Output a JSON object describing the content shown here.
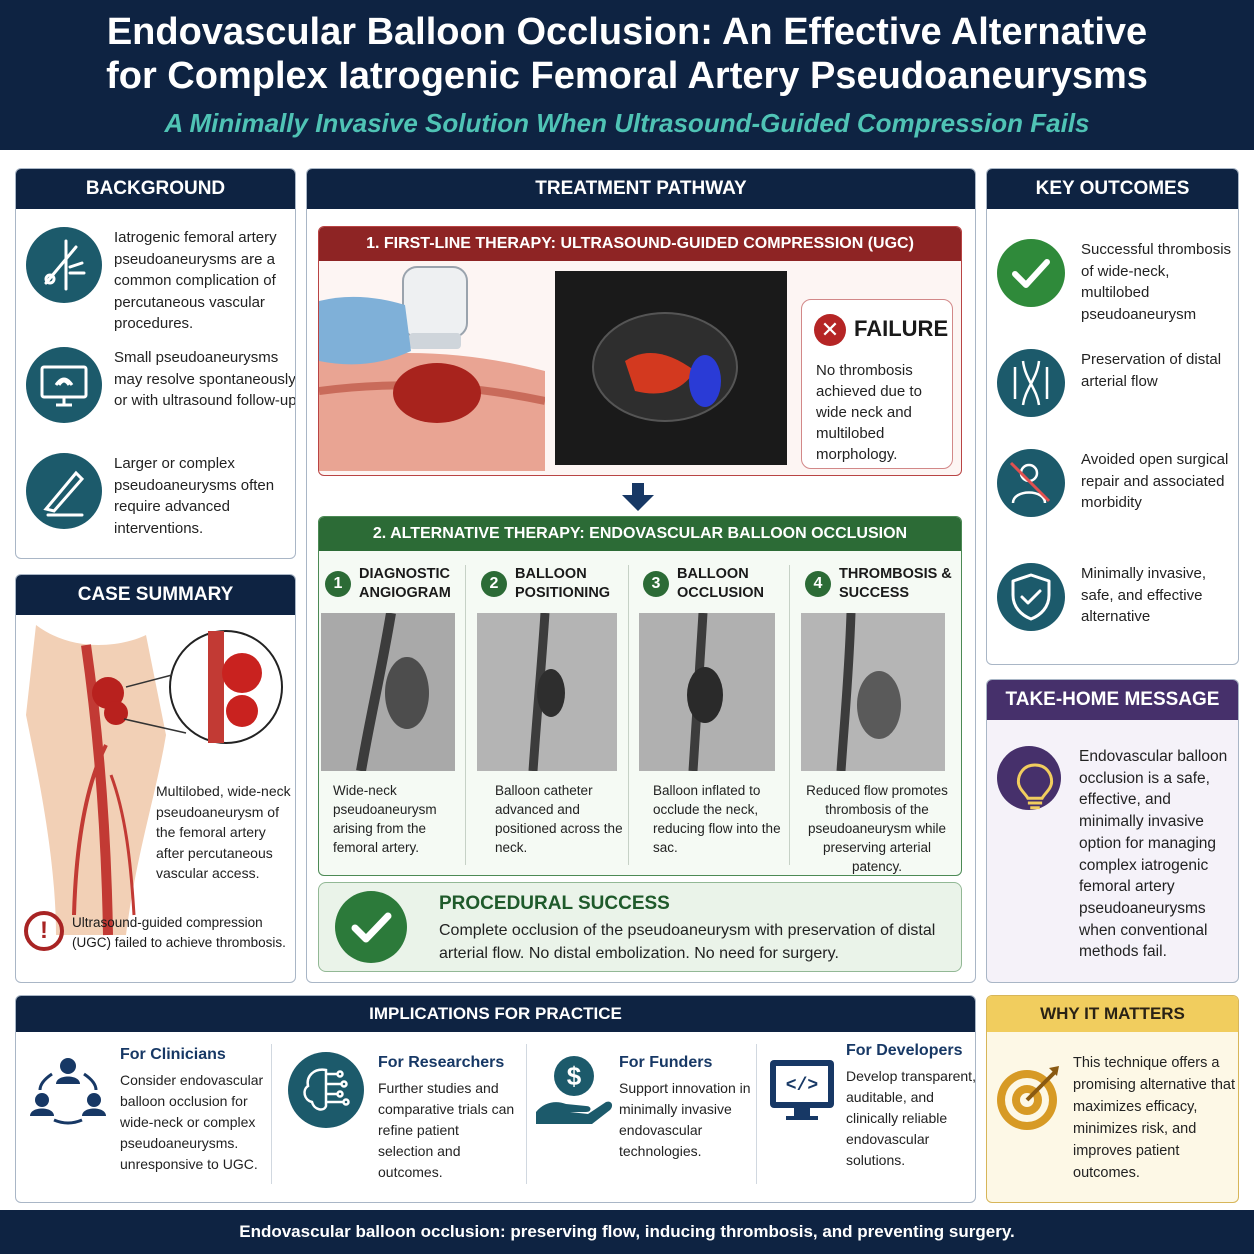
{
  "header": {
    "title_line1": "Endovascular Balloon Occlusion: An Effective Alternative",
    "title_line2": "for Complex Iatrogenic Femoral Artery Pseudoaneurysms",
    "subtitle": "A Minimally Invasive Solution When Ultrasound-Guided Compression Fails"
  },
  "background": {
    "heading": "BACKGROUND",
    "items": [
      {
        "icon": "vascular-instrument-icon",
        "text": "Iatrogenic femoral artery pseudoaneurysms are a common complication of percutaneous vascular procedures."
      },
      {
        "icon": "ultrasound-monitor-icon",
        "text": "Small pseudoaneurysms may resolve spontaneously or with ultrasound follow-up."
      },
      {
        "icon": "scalpel-icon",
        "text": "Larger or complex pseudoaneurysms often require advanced interventions."
      }
    ]
  },
  "case_summary": {
    "heading": "CASE SUMMARY",
    "description": "Multilobed, wide-neck pseudoaneurysm of the femoral artery after percutaneous vascular access.",
    "alert": "Ultrasound-guided compression (UGC) failed to achieve thrombosis."
  },
  "treatment": {
    "heading": "TREATMENT PATHWAY",
    "first_line": {
      "heading": "1. FIRST-LINE THERAPY: ULTRASOUND-GUIDED COMPRESSION (UGC)",
      "failure_title": "FAILURE",
      "failure_text": "No thrombosis achieved due to wide neck and multilobed morphology."
    },
    "alternative": {
      "heading": "2. ALTERNATIVE THERAPY: ENDOVASCULAR BALLOON OCCLUSION",
      "steps": [
        {
          "num": "1",
          "title": "DIAGNOSTIC ANGIOGRAM",
          "text": "Wide-neck pseudoaneurysm arising from the femoral artery."
        },
        {
          "num": "2",
          "title": "BALLOON POSITIONING",
          "text": "Balloon catheter advanced and positioned across the neck."
        },
        {
          "num": "3",
          "title": "BALLOON OCCLUSION",
          "text": "Balloon inflated to occlude the neck, reducing flow into the sac."
        },
        {
          "num": "4",
          "title": "THROMBOSIS & SUCCESS",
          "text": "Reduced flow promotes thrombosis of the pseudoaneurysm while preserving arterial patency."
        }
      ]
    },
    "success": {
      "title": "PROCEDURAL SUCCESS",
      "text": "Complete occlusion of the pseudoaneurysm with preservation of distal arterial flow. No distal embolization. No need for surgery."
    }
  },
  "key_outcomes": {
    "heading": "KEY OUTCOMES",
    "items": [
      {
        "icon": "check-icon",
        "text": "Successful thrombosis of wide-neck, multilobed pseudoaneurysm"
      },
      {
        "icon": "arterial-flow-icon",
        "text": "Preservation of distal arterial flow"
      },
      {
        "icon": "no-surgery-icon",
        "text": "Avoided open surgical repair and associated morbidity"
      },
      {
        "icon": "shield-check-icon",
        "text": "Minimally invasive, safe, and effective alternative"
      }
    ]
  },
  "take_home": {
    "heading": "TAKE-HOME MESSAGE",
    "text": "Endovascular balloon occlusion is a safe, effective, and minimally invasive option for managing complex iatrogenic femoral artery pseudoaneurysms when conventional methods fail."
  },
  "implications": {
    "heading": "IMPLICATIONS FOR PRACTICE",
    "items": [
      {
        "icon": "clinicians-group-icon",
        "title": "For Clinicians",
        "text": "Consider endovascular balloon occlusion for wide-neck or complex pseudoaneurysms. unresponsive to UGC."
      },
      {
        "icon": "brain-circuit-icon",
        "title": "For Researchers",
        "text": "Further studies and comparative trials can refine patient selection and outcomes."
      },
      {
        "icon": "dollar-hand-icon",
        "title": "For Funders",
        "text": "Support innovation in minimally invasive endovascular technologies."
      },
      {
        "icon": "code-monitor-icon",
        "title": "For Developers",
        "text": "Develop transparent, auditable, and clinically reliable endovascular solutions."
      }
    ]
  },
  "why_it_matters": {
    "heading": "WHY IT MATTERS",
    "text": "This technique offers a promising alternative that maximizes efficacy, minimizes risk, and improves patient outcomes."
  },
  "footer": {
    "text": "Endovascular balloon occlusion: preserving flow, inducing thrombosis, and preventing surgery."
  },
  "colors": {
    "navy": "#0e2342",
    "teal": "#1c5a6b",
    "red": "#8e2424",
    "green": "#2c6b36",
    "purple": "#46306b",
    "gold": "#f1cd5e"
  }
}
